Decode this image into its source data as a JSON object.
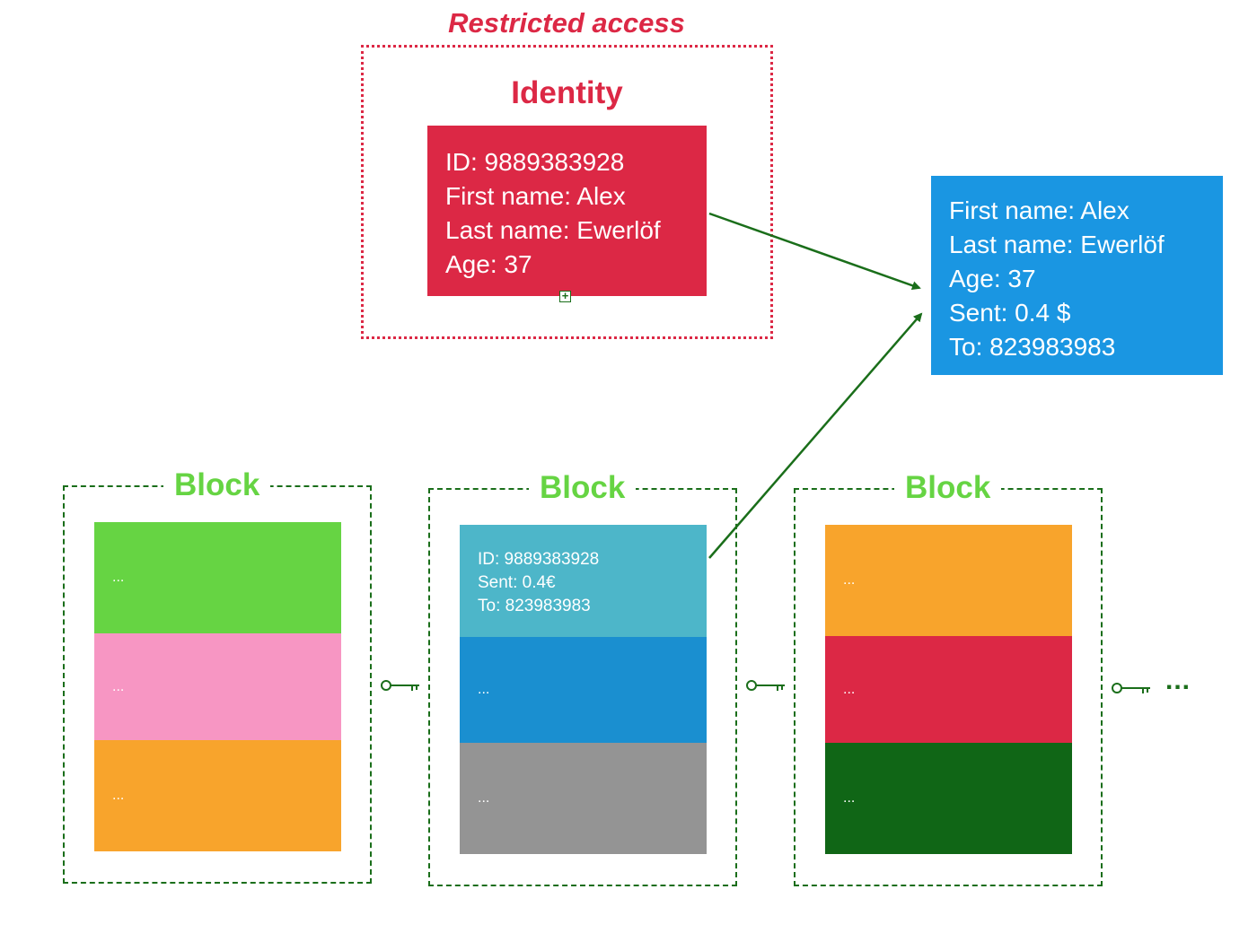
{
  "restricted": {
    "title": "Restricted access",
    "identity_title": "Identity",
    "identity_lines": [
      "ID: 9889383928",
      "First name: Alex",
      "Last name: Ewerlöf",
      "Age: 37"
    ]
  },
  "combined": {
    "lines": [
      "First name: Alex",
      "Last name: Ewerlöf",
      "Age: 37",
      "Sent: 0.4 $",
      "To: 823983983"
    ]
  },
  "blocks": [
    {
      "title": "Block",
      "transactions": [
        {
          "label": "...",
          "color": "#66d443"
        },
        {
          "label": "...",
          "color": "#f796c3"
        },
        {
          "label": "...",
          "color": "#f8a42c"
        }
      ]
    },
    {
      "title": "Block",
      "transactions": [
        {
          "lines": [
            "ID: 9889383928",
            "Sent: 0.4€",
            "To: 823983983"
          ],
          "color": "#4db6c9"
        },
        {
          "label": "...",
          "color": "#1a8fd0"
        },
        {
          "label": "...",
          "color": "#949494"
        }
      ]
    },
    {
      "title": "Block",
      "transactions": [
        {
          "label": "...",
          "color": "#f8a42c"
        },
        {
          "label": "...",
          "color": "#dc2845"
        },
        {
          "label": "...",
          "color": "#106616"
        }
      ]
    }
  ],
  "chain_link_icon": "key-icon",
  "continuation": "...",
  "colors": {
    "restricted": "#dc2845",
    "identity": "#dc2845",
    "combined": "#1a96e2",
    "block_title": "#66d443",
    "block_border": "#1a6e1a",
    "arrow": "#1a6e1a"
  }
}
